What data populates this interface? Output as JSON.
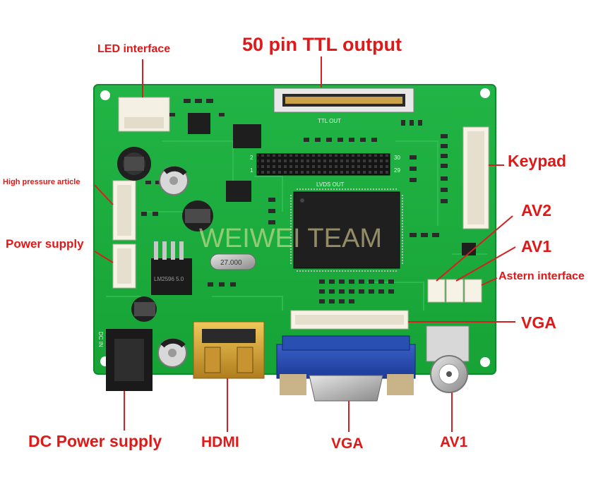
{
  "labels": {
    "led_interface": "LED interface",
    "ttl_output": "50 pin TTL output",
    "keypad": "Keypad",
    "high_pressure": "High pressure article",
    "power_supply": "Power supply",
    "av2": "AV2",
    "av1_right": "AV1",
    "astern_interface": "Astern interface",
    "vga_right": "VGA",
    "dc_power_supply": "DC Power supply",
    "hdmi": "HDMI",
    "vga_bottom": "VGA",
    "av1_bottom": "AV1"
  },
  "silkscreen": {
    "ttl_out": "TTL OUT",
    "lvds_out": "LVDS OUT",
    "pin_30": "30",
    "pin_29": "29",
    "pin_2": "2",
    "pin_1": "1",
    "crystal": "27.000",
    "dc_in": "DC IN",
    "regulator": "LM2596 5.0"
  },
  "watermark": "WEIWEI TEAM",
  "colors": {
    "label_red": "#e01818",
    "pcb_green": "#1aa83a",
    "line_red": "#d42020"
  }
}
